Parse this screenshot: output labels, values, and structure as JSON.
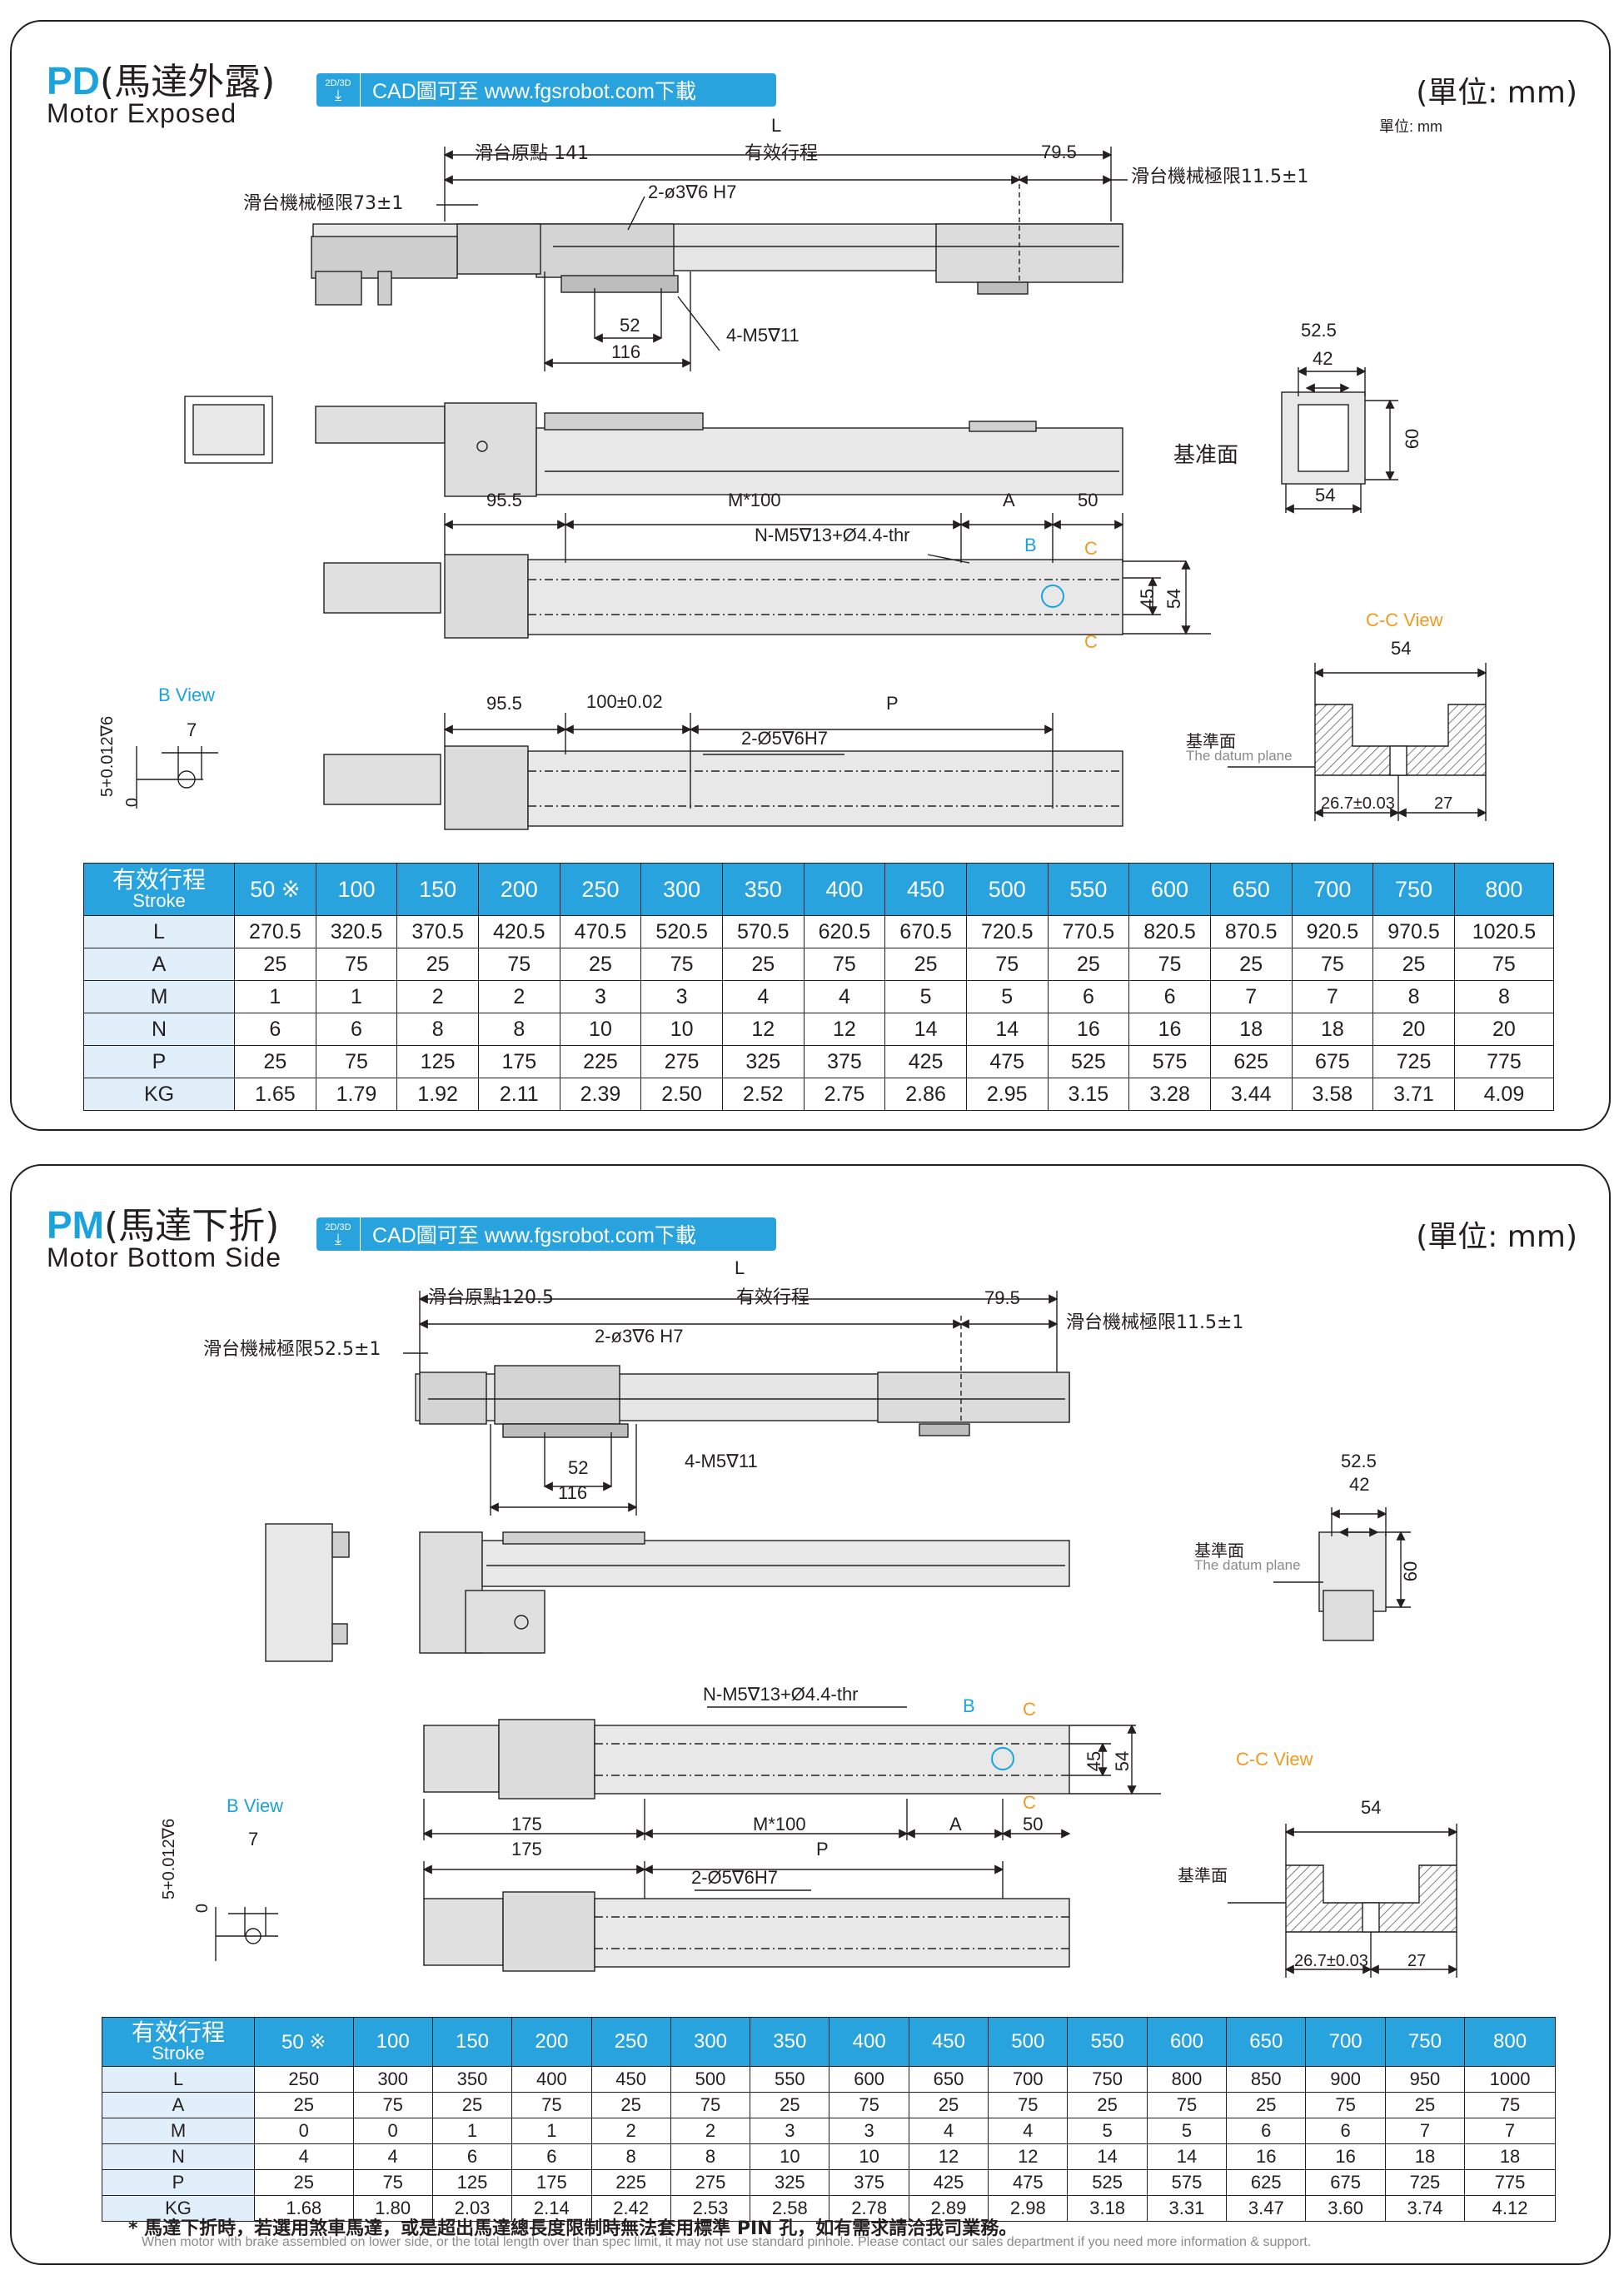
{
  "pd": {
    "code": "PD",
    "title_zh": "(馬達外露)",
    "title_en": "Motor Exposed",
    "cad_icon": "2D/3D",
    "cad_text": "CAD圖可至 www.fgsrobot.com下載",
    "unit": "(單位: mm)",
    "unit_small": "單位: mm",
    "labels": {
      "L": "L",
      "origin": "滑台原點 141",
      "stroke": "有效行程",
      "d795": "79.5",
      "mech_right": "滑台機械極限11.5±1",
      "mech_left": "滑台機械極限73±1",
      "hole_top": "2-ø3∇6 H7",
      "d52": "52",
      "d116": "116",
      "m5": "4-M5∇11",
      "d525": "52.5",
      "d42": "42",
      "d60": "60",
      "d54": "54",
      "datum": "基准面",
      "d955a": "95.5",
      "m100": "M*100",
      "A": "A",
      "d50": "50",
      "nm5": "N-M5∇13+Ø4.4-thr",
      "B": "B",
      "C1": "C",
      "C2": "C",
      "d45": "45",
      "d54b": "54",
      "ccview": "C-C View",
      "d54c": "54",
      "bview": "B View",
      "d7": "7",
      "tol": "5+0.012∇6",
      "zero": "0",
      "d955b": "95.5",
      "d100": "100±0.02",
      "P": "P",
      "hole5": "2-Ø5∇6H7",
      "datum2": "基準面",
      "datum2_en": "The datum plane",
      "d267": "26.7±0.03",
      "d27": "27"
    },
    "table": {
      "head_zh": "有效行程",
      "head_en": "Stroke",
      "strokes": [
        "50 ※",
        "100",
        "150",
        "200",
        "250",
        "300",
        "350",
        "400",
        "450",
        "500",
        "550",
        "600",
        "650",
        "700",
        "750",
        "800"
      ],
      "rows": [
        {
          "label": "L",
          "values": [
            "270.5",
            "320.5",
            "370.5",
            "420.5",
            "470.5",
            "520.5",
            "570.5",
            "620.5",
            "670.5",
            "720.5",
            "770.5",
            "820.5",
            "870.5",
            "920.5",
            "970.5",
            "1020.5"
          ]
        },
        {
          "label": "A",
          "values": [
            "25",
            "75",
            "25",
            "75",
            "25",
            "75",
            "25",
            "75",
            "25",
            "75",
            "25",
            "75",
            "25",
            "75",
            "25",
            "75"
          ]
        },
        {
          "label": "M",
          "values": [
            "1",
            "1",
            "2",
            "2",
            "3",
            "3",
            "4",
            "4",
            "5",
            "5",
            "6",
            "6",
            "7",
            "7",
            "8",
            "8"
          ]
        },
        {
          "label": "N",
          "values": [
            "6",
            "6",
            "8",
            "8",
            "10",
            "10",
            "12",
            "12",
            "14",
            "14",
            "16",
            "16",
            "18",
            "18",
            "20",
            "20"
          ]
        },
        {
          "label": "P",
          "values": [
            "25",
            "75",
            "125",
            "175",
            "225",
            "275",
            "325",
            "375",
            "425",
            "475",
            "525",
            "575",
            "625",
            "675",
            "725",
            "775"
          ]
        },
        {
          "label": "KG",
          "values": [
            "1.65",
            "1.79",
            "1.92",
            "2.11",
            "2.39",
            "2.50",
            "2.52",
            "2.75",
            "2.86",
            "2.95",
            "3.15",
            "3.28",
            "3.44",
            "3.58",
            "3.71",
            "4.09"
          ]
        }
      ]
    }
  },
  "pm": {
    "code": "PM",
    "title_zh": "(馬達下折)",
    "title_en": "Motor Bottom Side",
    "cad_icon": "2D/3D",
    "cad_text": "CAD圖可至 www.fgsrobot.com下載",
    "unit": "(單位: mm)",
    "labels": {
      "L": "L",
      "origin": "滑台原點120.5",
      "stroke": "有效行程",
      "d795": "79.5",
      "mech_right": "滑台機械極限11.5±1",
      "mech_left": "滑台機械極限52.5±1",
      "hole_top": "2-ø3∇6 H7",
      "d52": "52",
      "d116": "116",
      "m5": "4-M5∇11",
      "d525": "52.5",
      "d42": "42",
      "d60": "60",
      "datum": "基準面",
      "datum_en": "The datum plane",
      "nm5": "N-M5∇13+Ø4.4-thr",
      "B": "B",
      "C1": "C",
      "C2": "C",
      "d45": "45",
      "d54": "54",
      "bview": "B View",
      "d7": "7",
      "tol": "5+0.012∇6",
      "zero": "0",
      "d175a": "175",
      "m100": "M*100",
      "A": "A",
      "d50": "50",
      "d175b": "175",
      "P": "P",
      "hole5": "2-Ø5∇6H7",
      "ccview": "C-C View",
      "d54c": "54",
      "datum2": "基準面",
      "d267": "26.7±0.03",
      "d27": "27"
    },
    "table": {
      "head_zh": "有效行程",
      "head_en": "Stroke",
      "strokes": [
        "50 ※",
        "100",
        "150",
        "200",
        "250",
        "300",
        "350",
        "400",
        "450",
        "500",
        "550",
        "600",
        "650",
        "700",
        "750",
        "800"
      ],
      "rows": [
        {
          "label": "L",
          "values": [
            "250",
            "300",
            "350",
            "400",
            "450",
            "500",
            "550",
            "600",
            "650",
            "700",
            "750",
            "800",
            "850",
            "900",
            "950",
            "1000"
          ]
        },
        {
          "label": "A",
          "values": [
            "25",
            "75",
            "25",
            "75",
            "25",
            "75",
            "25",
            "75",
            "25",
            "75",
            "25",
            "75",
            "25",
            "75",
            "25",
            "75"
          ]
        },
        {
          "label": "M",
          "values": [
            "0",
            "0",
            "1",
            "1",
            "2",
            "2",
            "3",
            "3",
            "4",
            "4",
            "5",
            "5",
            "6",
            "6",
            "7",
            "7"
          ]
        },
        {
          "label": "N",
          "values": [
            "4",
            "4",
            "6",
            "6",
            "8",
            "8",
            "10",
            "10",
            "12",
            "12",
            "14",
            "14",
            "16",
            "16",
            "18",
            "18"
          ]
        },
        {
          "label": "P",
          "values": [
            "25",
            "75",
            "125",
            "175",
            "225",
            "275",
            "325",
            "375",
            "425",
            "475",
            "525",
            "575",
            "625",
            "675",
            "725",
            "775"
          ]
        },
        {
          "label": "KG",
          "values": [
            "1.68",
            "1.80",
            "2.03",
            "2.14",
            "2.42",
            "2.53",
            "2.58",
            "2.78",
            "2.89",
            "2.98",
            "3.18",
            "3.31",
            "3.47",
            "3.60",
            "3.74",
            "4.12"
          ]
        }
      ]
    },
    "note_zh": "* 馬達下折時，若選用煞車馬達，或是超出馬達總長度限制時無法套用標準 PIN 孔，如有需求請洽我司業務。",
    "note_en": "When motor with brake assembled on lower side, or the total length over than spec limit, it may not use standard pinhole. Please contact our sales department if you need more information & support."
  }
}
